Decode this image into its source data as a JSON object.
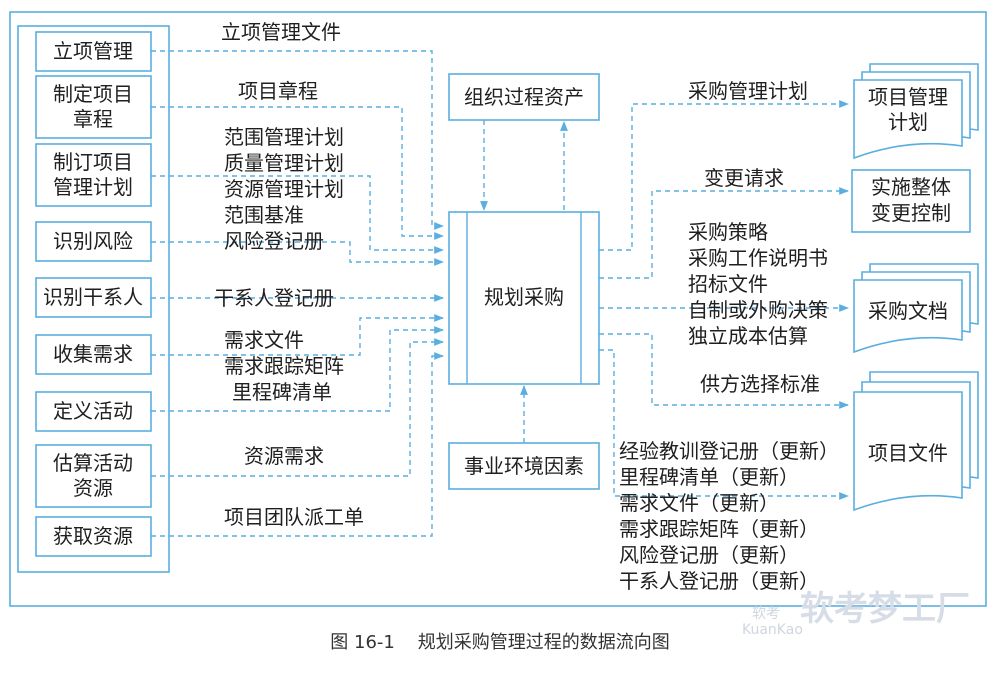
{
  "inputs": [
    {
      "id": "lixiang",
      "lines": [
        "立项管理"
      ]
    },
    {
      "id": "zhiding",
      "lines": [
        "制定项目",
        "章程"
      ]
    },
    {
      "id": "zhiding2",
      "lines": [
        "制订项目",
        "管理计划"
      ]
    },
    {
      "id": "shibie-fx",
      "lines": [
        "识别风险"
      ]
    },
    {
      "id": "shibie-gx",
      "lines": [
        "识别干系人"
      ]
    },
    {
      "id": "shouji",
      "lines": [
        "收集需求"
      ]
    },
    {
      "id": "dingyi",
      "lines": [
        "定义活动"
      ]
    },
    {
      "id": "gusuan",
      "lines": [
        "估算活动",
        "资源"
      ]
    },
    {
      "id": "huoqu",
      "lines": [
        "获取资源"
      ]
    }
  ],
  "input_labels": [
    "立项管理文件",
    "项目章程",
    "范围管理计划",
    "质量管理计划",
    "资源管理计划",
    "范围基准",
    "风险登记册",
    "干系人登记册",
    "需求文件",
    "需求跟踪矩阵",
    "里程碑清单",
    "资源需求",
    "项目团队派工单"
  ],
  "center": {
    "process": "规划采购",
    "top": "组织过程资产",
    "bottom": "事业环境因素"
  },
  "output_labels": [
    "采购管理计划",
    "变更请求",
    "采购策略",
    "采购工作说明书",
    "招标文件",
    "自制或外购决策",
    "独立成本估算",
    "供方选择标准",
    "经验教训登记册（更新）",
    "里程碑清单（更新）",
    "需求文件（更新）",
    "需求跟踪矩阵（更新）",
    "风险登记册（更新）",
    "干系人登记册（更新）"
  ],
  "outputs": [
    {
      "id": "xmgljh",
      "lines": [
        "项目管理",
        "计划"
      ]
    },
    {
      "id": "ssztbg",
      "lines": [
        "实施整体",
        "变更控制"
      ]
    },
    {
      "id": "cgwd",
      "lines": [
        "采购文档"
      ]
    },
    {
      "id": "xmwj",
      "lines": [
        "项目文件"
      ]
    }
  ],
  "caption": "图 16-1    规划采购管理过程的数据流向图",
  "watermark": {
    "main": "软考梦工厂",
    "small1": "软考",
    "small2": "KuanKao"
  },
  "colors": {
    "line": "#5aaee0",
    "text": "#1f1f1f"
  }
}
